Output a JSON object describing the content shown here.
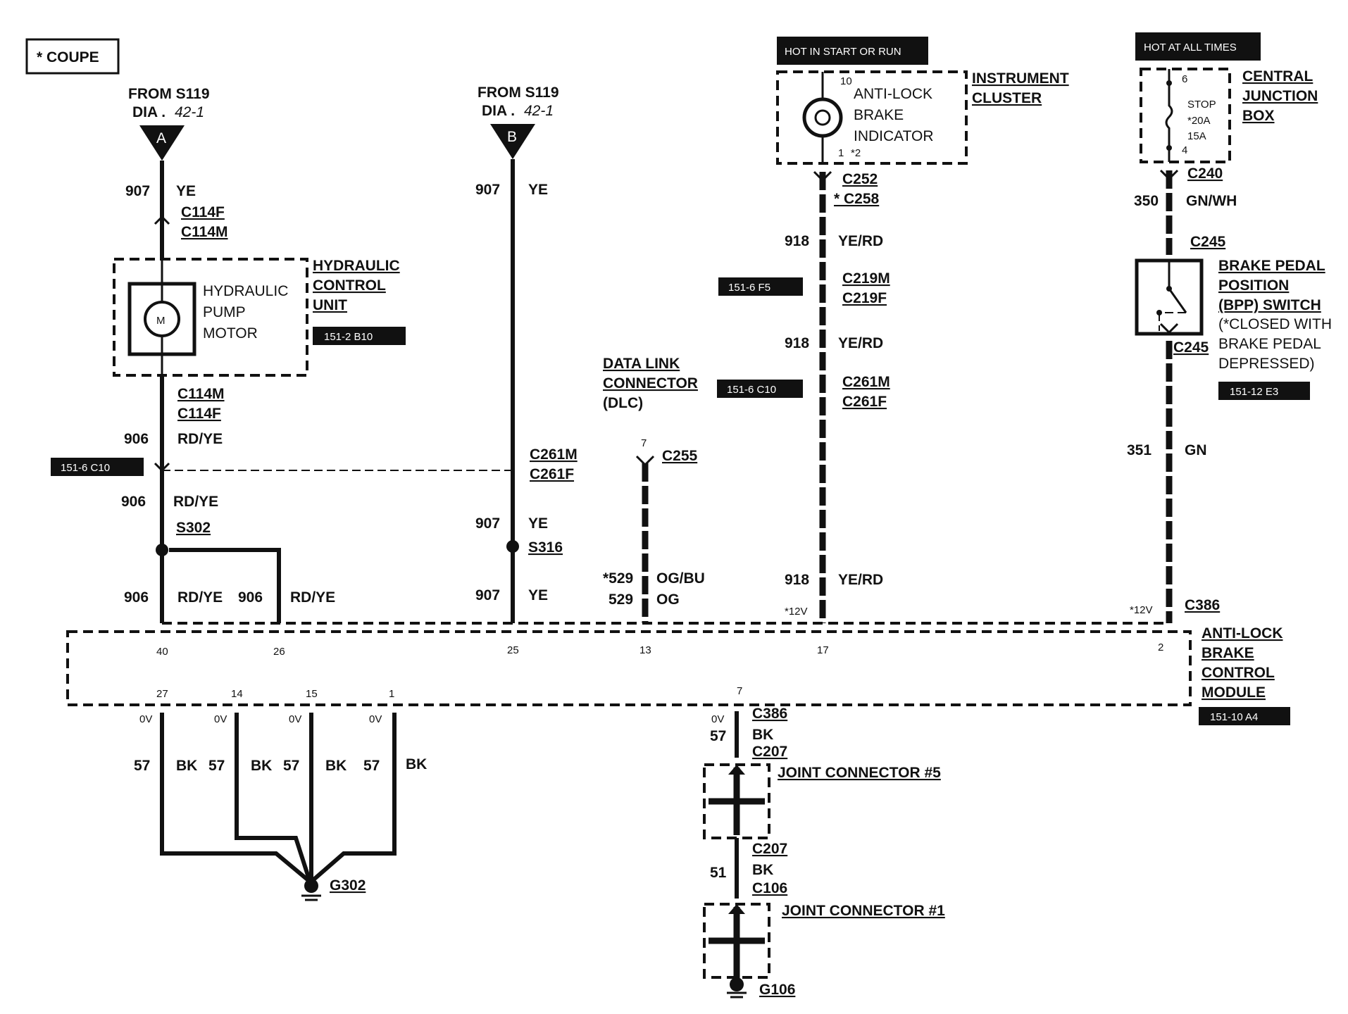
{
  "note": "* COUPE",
  "feed_a": {
    "from": "FROM S119",
    "dia": "DIA .",
    "dia_ref": "42-1",
    "letter": "A"
  },
  "feed_b": {
    "from": "FROM S119",
    "dia": "DIA .",
    "dia_ref": "42-1",
    "letter": "B"
  },
  "hot_start_run": "HOT IN START OR RUN",
  "hot_all_times": "HOT AT ALL TIMES",
  "instrument_cluster": {
    "label_1": "INSTRUMENT",
    "label_2": "CLUSTER",
    "component_1": "ANTI-LOCK",
    "component_2": "BRAKE",
    "component_3": "INDICATOR",
    "pin_top": "10",
    "pin_bottom_1": "1",
    "pin_bottom_2": "*2"
  },
  "central_junction_box": {
    "label_1": "CENTRAL",
    "label_2": "JUNCTION",
    "label_3": "BOX",
    "fuse_label": "STOP",
    "fuse_a": "*20A",
    "fuse_b": "15A",
    "pin_top": "6",
    "pin_bottom": "4"
  },
  "hydraulic_control_unit": {
    "label_1": "HYDRAULIC",
    "label_2": "CONTROL",
    "label_3": "UNIT",
    "motor_1": "HYDRAULIC",
    "motor_2": "PUMP",
    "motor_3": "MOTOR",
    "motor_symbol": "M",
    "ref": "151-2 B10"
  },
  "bpp_switch": {
    "label_1": "BRAKE PEDAL",
    "label_2": "POSITION",
    "label_3": "(BPP) SWITCH",
    "note_1": "(*CLOSED WITH",
    "note_2": "BRAKE PEDAL",
    "note_3": "DEPRESSED)",
    "ref": "151-12 E3"
  },
  "dlc": {
    "label_1": "DATA  LINK",
    "label_2": "CONNECTOR",
    "label_3": "(DLC)",
    "pin": "7",
    "connector": "C255"
  },
  "abs_module": {
    "label_1": "ANTI-LOCK",
    "label_2": "BRAKE",
    "label_3": "CONTROL",
    "label_4": "MODULE",
    "ref": "151-10 A4"
  },
  "joint_connector_5": "JOINT CONNECTOR #5",
  "joint_connector_1": "JOINT CONNECTOR #1",
  "grounds": {
    "g302": "G302",
    "g106": "G106"
  },
  "refs": {
    "hcu_c10": "151-6 C10",
    "f5": "151-6 F5",
    "c10_b": "151-6 C10"
  },
  "connectors": {
    "c114f": "C114F",
    "c114m": "C114M",
    "c114m_b": "C114M",
    "c114f_b": "C114F",
    "c261m_a": "C261M",
    "c261f_a": "C261F",
    "c252": "C252",
    "c258": "* C258",
    "c219m": "C219M",
    "c219f": "C219F",
    "c261m_b": "C261M",
    "c261f_b": "C261F",
    "c240": "C240",
    "c245_a": "C245",
    "c245_b": "C245",
    "c386_a": "C386",
    "c386_b": "C386",
    "c207_a": "C207",
    "c207_b": "C207",
    "c106": "C106",
    "s302": "S302",
    "s316": "S316"
  },
  "wires": {
    "a_907": "907",
    "a_ye": "YE",
    "a_906a": "906",
    "a_rdye_a": "RD/YE",
    "a_906b": "906",
    "a_rdye_b": "RD/YE",
    "a_906c": "906",
    "a_rdye_c": "RD/YE",
    "a_906d": "906",
    "a_rdye_d": "RD/YE",
    "b_907a": "907",
    "b_ye_a": "YE",
    "b_907b": "907",
    "b_ye_b": "YE",
    "b_907c": "907",
    "b_ye_c": "YE",
    "dlc_529s": "*529",
    "dlc_ogbu": "OG/BU",
    "dlc_529": "529",
    "dlc_og": "OG",
    "ic_918a": "918",
    "ic_yerd_a": "YE/RD",
    "ic_918b": "918",
    "ic_yerd_b": "YE/RD",
    "ic_918c": "918",
    "ic_yerd_c": "YE/RD",
    "ic_12v": "*12V",
    "cjb_350": "350",
    "cjb_gnwh": "GN/WH",
    "bpp_351": "351",
    "bpp_gn": "GN",
    "bpp_12v": "*12V",
    "g_57a": "57",
    "g_bk_a": "BK",
    "g_57b": "57",
    "g_bk_b": "BK",
    "g_57c": "57",
    "g_bk_c": "BK",
    "g_57d": "57",
    "g_bk_d": "BK",
    "j_57": "57",
    "j_bk": "BK",
    "j_51": "51",
    "j_bk2": "BK",
    "ov_1": "0V",
    "ov_2": "0V",
    "ov_3": "0V",
    "ov_4": "0V",
    "ov_5": "0V"
  },
  "module_pins": {
    "p40": "40",
    "p26": "26",
    "p25": "25",
    "p13": "13",
    "p17": "17",
    "p2": "2",
    "p27": "27",
    "p14": "14",
    "p15": "15",
    "p1": "1",
    "p7": "7"
  }
}
